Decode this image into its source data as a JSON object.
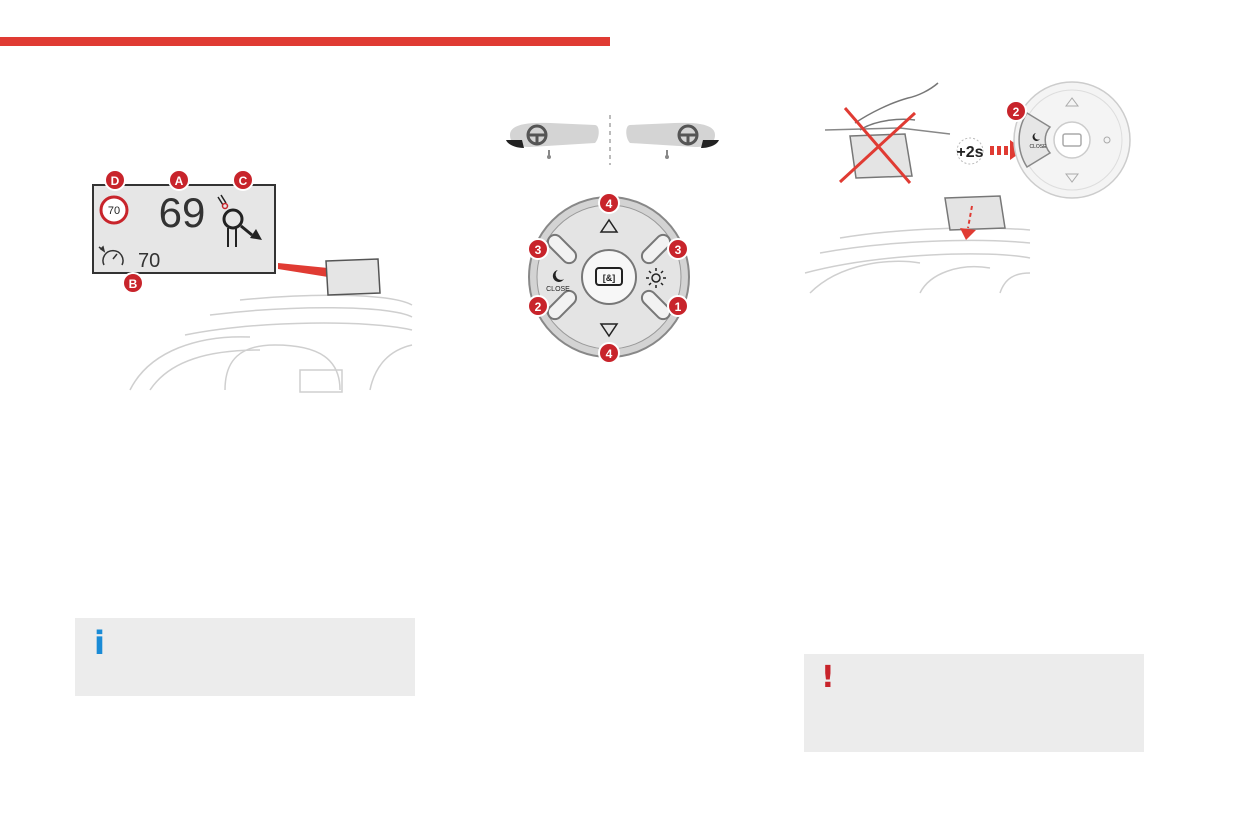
{
  "hud_figure": {
    "callouts": {
      "a": "A",
      "b": "B",
      "c": "C",
      "d": "D"
    },
    "speed_limit_sign": "70",
    "current_speed": "69",
    "set_speed": "70"
  },
  "control_figure": {
    "callouts": {
      "top": "4",
      "bottom": "4",
      "upper_left": "3",
      "upper_right": "3",
      "lower_left": "2",
      "lower_right": "1"
    },
    "close_label": "CLOSE"
  },
  "warning_figure": {
    "callout": "2",
    "hold_time": "+2s",
    "close_label": "CLOSE"
  },
  "info_note": {
    "icon": "i"
  },
  "warning_note": {
    "icon": "!"
  },
  "colors": {
    "accent_red": "#e03b33",
    "callout_red": "#c8242b",
    "note_bg": "#ececec",
    "info_blue": "#1a8bd6"
  }
}
